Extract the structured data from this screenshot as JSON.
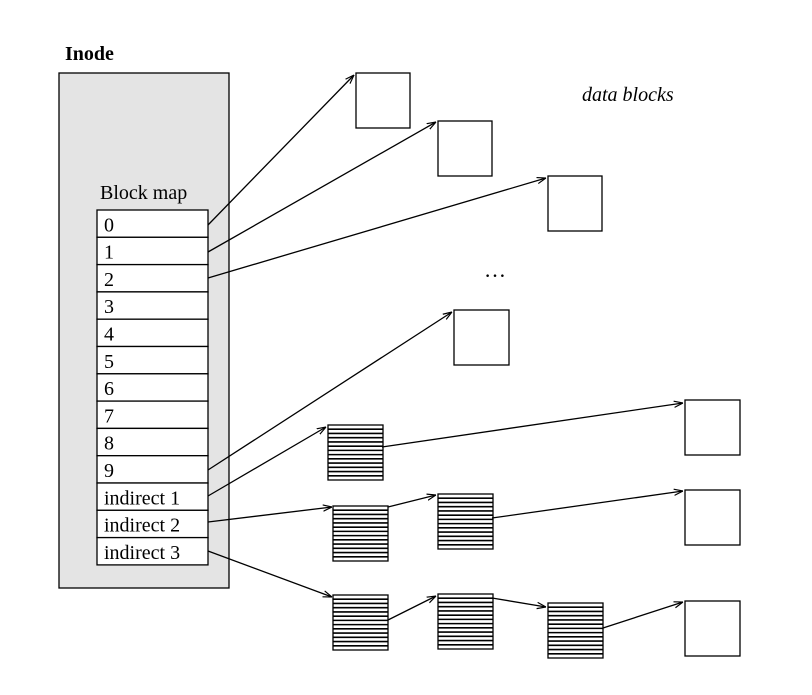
{
  "inode": {
    "title": "Inode",
    "block_map_label": "Block map",
    "entries": [
      "0",
      "1",
      "2",
      "3",
      "4",
      "5",
      "6",
      "7",
      "8",
      "9",
      "indirect 1",
      "indirect 2",
      "indirect 3"
    ]
  },
  "data_blocks_label": "data blocks",
  "ellipsis": "…",
  "colors": {
    "inode_fill": "#e4e4e4",
    "stroke": "#000000",
    "block_fill": "#ffffff"
  }
}
